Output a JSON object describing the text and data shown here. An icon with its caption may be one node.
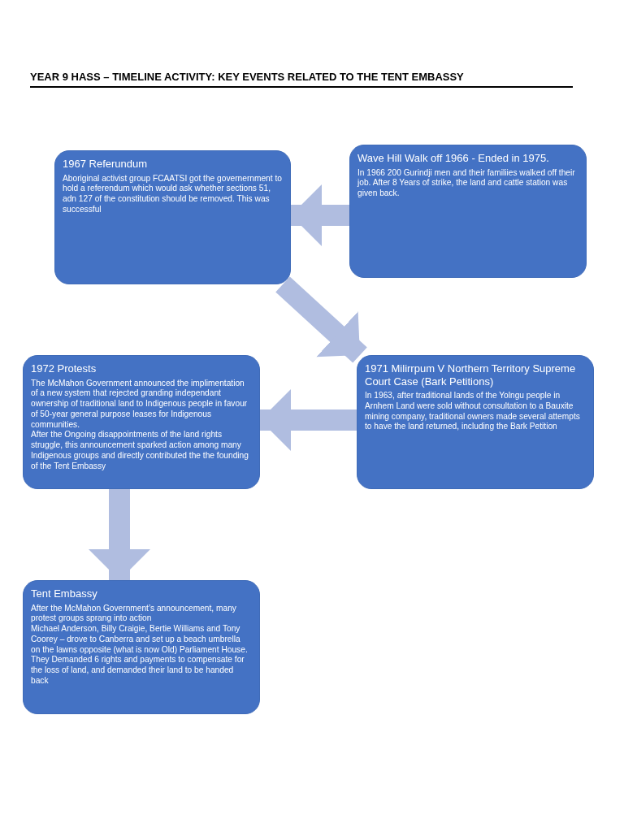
{
  "diagram": {
    "title": "YEAR 9 HASS – TIMELINE ACTIVITY: KEY EVENTS RELATED TO THE TENT EMBASSY",
    "nodes": [
      {
        "text": [
          "1967 Referundum",
          "Aboriginal activist group FCAATSI got the governernment to hold a referendum which would ask whether sections 51, adn 127 of the constitution should be removed. This was successful"
        ]
      },
      {
        "text": [
          "Wave Hill Walk off 1966 - Ended in 1975.",
          "In 1966 200 Gurindji men and their familiies walked off their job. After 8 Years of strike, the land and cattle station was given back."
        ]
      },
      {
        "text": [
          "1972 Protests",
          "The McMahon Government announced the implimentation of a new system that rejected granding independant ownership of traditional land to Indigenous people in favour of 50-year general purpose leases for Indigenous communities.",
          "After the Ongoing disappointments of the land rights struggle, this announcement sparked action among many Indigenous groups and directly contributed the the founding of the Tent Embassy"
        ]
      },
      {
        "text": [
          "1971 Milirrpum V Northern Territory Supreme Court Case (Bark Petitions)",
          "In 1963, after traditional lands of the Yolngu people in Arnhem Land were sold without consultation to a Bauxite mining company, traditional owners made several attempts to have the land returned, including the Bark Petition"
        ]
      },
      {
        "text": [
          "Tent Embassy",
          "After the McMahon Government’s announcement, many protest groups sprang into action",
          "Michael Anderson, Billy Craigie, Bertie Williams and Tony Coorey – drove to Canberra and set up a beach umbrella on the lawns opposite (what is now Old) Parliament House.",
          "They Demanded 6 rights and payments to compensate for the loss of land, and demanded their land to be handed back"
        ]
      }
    ],
    "edges": [
      {
        "from": 1,
        "to": 0,
        "arrow": "to"
      },
      {
        "from": 0,
        "to": 3,
        "arrow": "to"
      },
      {
        "from": 3,
        "to": 2,
        "arrow": "to"
      },
      {
        "from": 2,
        "to": 4,
        "arrow": "to"
      }
    ]
  }
}
